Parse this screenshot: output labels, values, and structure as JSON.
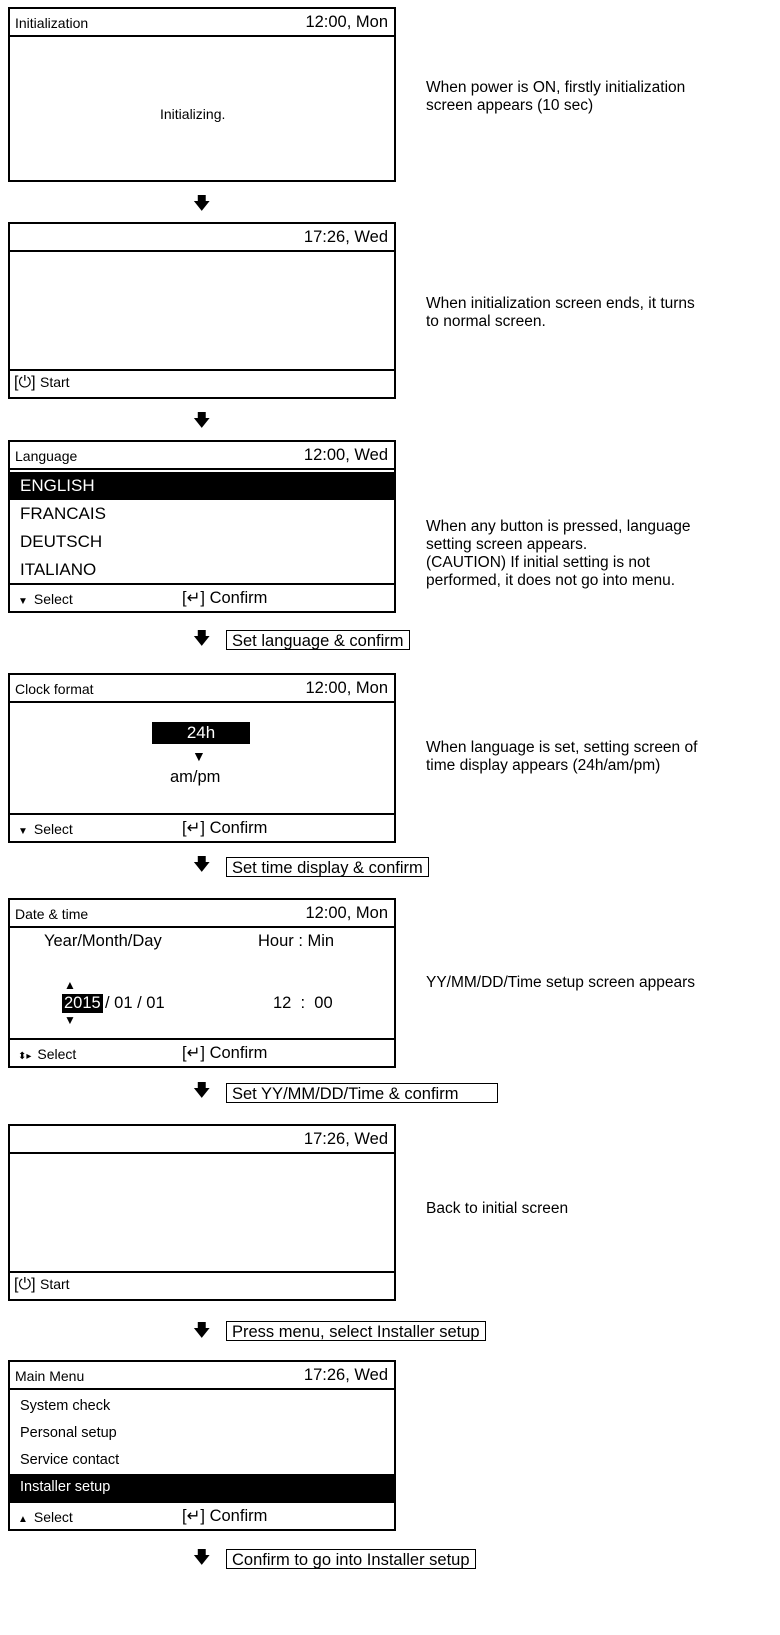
{
  "screens": {
    "init": {
      "title": "Initialization",
      "clock": "12:00, Mon",
      "message": "Initializing."
    },
    "normal1": {
      "clock": "17:26, Wed",
      "start_label": "Start"
    },
    "language": {
      "title": "Language",
      "clock": "12:00, Wed",
      "items": [
        "ENGLISH",
        "FRANCAIS",
        "DEUTSCH",
        "ITALIANO"
      ],
      "select_label": "Select",
      "confirm_label": "Confirm"
    },
    "clock_format": {
      "title": "Clock format",
      "clock": "12:00, Mon",
      "option1": "24h",
      "option2": "am/pm",
      "select_label": "Select",
      "confirm_label": "Confirm"
    },
    "date_time": {
      "title": "Date & time",
      "clock": "12:00, Mon",
      "date_header": "Year/Month/Day",
      "time_header": "Hour : Min",
      "year": "2015",
      "month_day": "/ 01 / 01",
      "time": "12  :  00",
      "select_label": "Select",
      "confirm_label": "Confirm"
    },
    "normal2": {
      "clock": "17:26, Wed",
      "start_label": "Start"
    },
    "main_menu": {
      "title": "Main Menu",
      "clock": "17:26, Wed",
      "items": [
        "System check",
        "Personal setup",
        "Service contact",
        "Installer setup"
      ],
      "select_label": "Select",
      "confirm_label": "Confirm"
    }
  },
  "descriptions": {
    "init": [
      "When power is ON, firstly initialization",
      "screen appears (10 sec)"
    ],
    "normal": [
      "When initialization screen ends, it turns",
      "to normal screen."
    ],
    "language": [
      "When any button is pressed, language",
      "setting screen appears.",
      "(CAUTION) If initial setting is not",
      "performed, it does not go into menu."
    ],
    "clock_format": [
      "When language is set, setting screen of",
      "time display appears (24h/am/pm)"
    ],
    "date_time": [
      "YY/MM/DD/Time setup screen appears"
    ],
    "back": [
      "Back to initial screen"
    ]
  },
  "steps": {
    "lang": "Set language & confirm",
    "time_display": "Set time display & confirm",
    "date_time": "Set YY/MM/DD/Time & confirm",
    "menu": "Press menu, select Installer setup",
    "installer": "Confirm to go into Installer setup"
  }
}
